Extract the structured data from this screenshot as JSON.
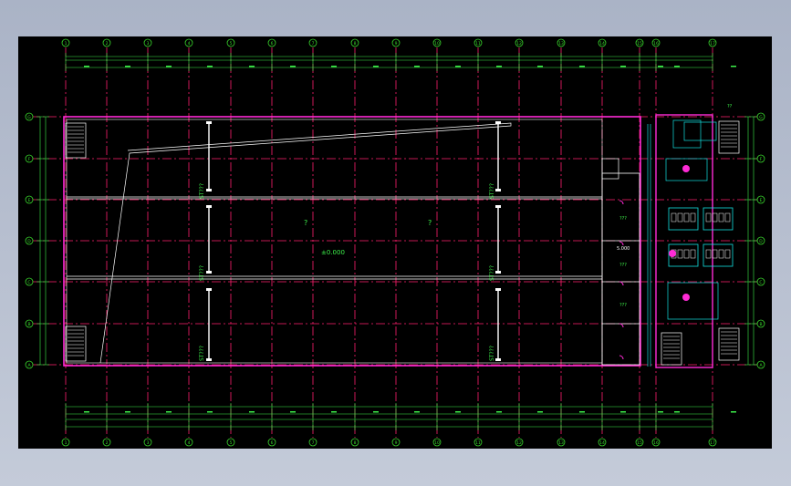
{
  "drawing": {
    "grid_columns": [
      "1",
      "2",
      "3",
      "4",
      "5",
      "6",
      "7",
      "8",
      "9",
      "10",
      "11",
      "12",
      "13",
      "14",
      "15",
      "16",
      "17"
    ],
    "grid_rows": [
      "G",
      "F",
      "E",
      "D",
      "C",
      "B",
      "A"
    ],
    "spaces": {
      "storage_label_a": "ST???",
      "storage_label_b": "ST???",
      "storage_label_c": "ST???",
      "storage_label_d": "ST???",
      "storage_label_e": "ST???",
      "storage_label_f": "ST???",
      "marker_1": "?",
      "marker_2": "?",
      "level_mark": "±0.000",
      "room_1": "???",
      "room_2": "???",
      "room_3": "???",
      "level_mark_2": "5.000",
      "corner_note": "??"
    },
    "colors": {
      "background": "#000000",
      "grid_axis": "#ff1f6e",
      "bubble": "#39d82c",
      "dimension": "#3df04a",
      "wall": "#ff2bd6",
      "structure": "#ffffff",
      "fixture": "#12e0e0"
    }
  }
}
